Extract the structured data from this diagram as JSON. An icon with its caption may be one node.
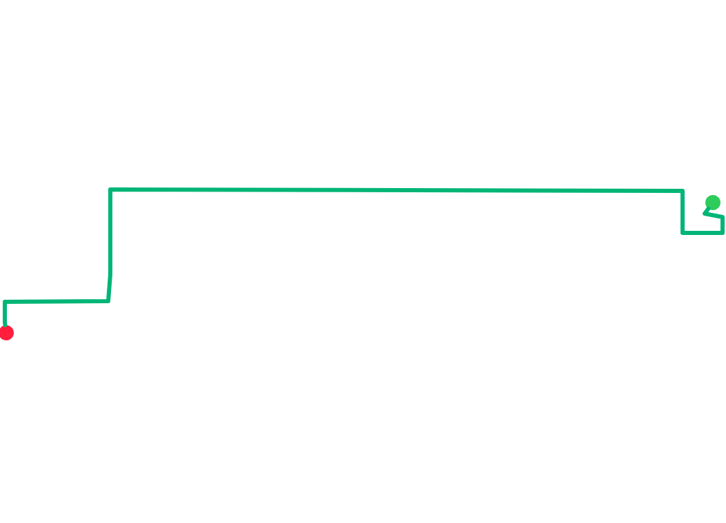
{
  "diagram": {
    "nodes": [
      {
        "text": [],
        "shape": "circle"
      },
      {
        "text": [],
        "shape": "circle"
      }
    ],
    "edges": [
      {
        "from": 0,
        "to": 1,
        "arrow": "none",
        "color": "#00b576"
      }
    ]
  }
}
